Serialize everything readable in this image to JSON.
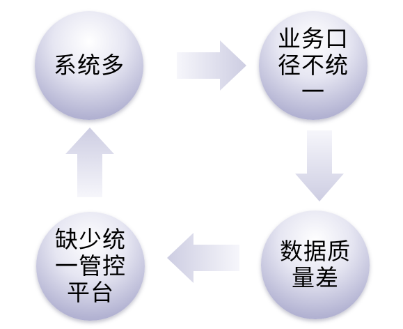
{
  "nodes": {
    "top_left": "系统多",
    "top_right": "业务口径不统一",
    "bottom_right": "数据质量差",
    "bottom_left": "缺少统一管控平台"
  },
  "arrows": {
    "color_light": "#f4f4fa",
    "color_dark": "#c9c9e0"
  }
}
